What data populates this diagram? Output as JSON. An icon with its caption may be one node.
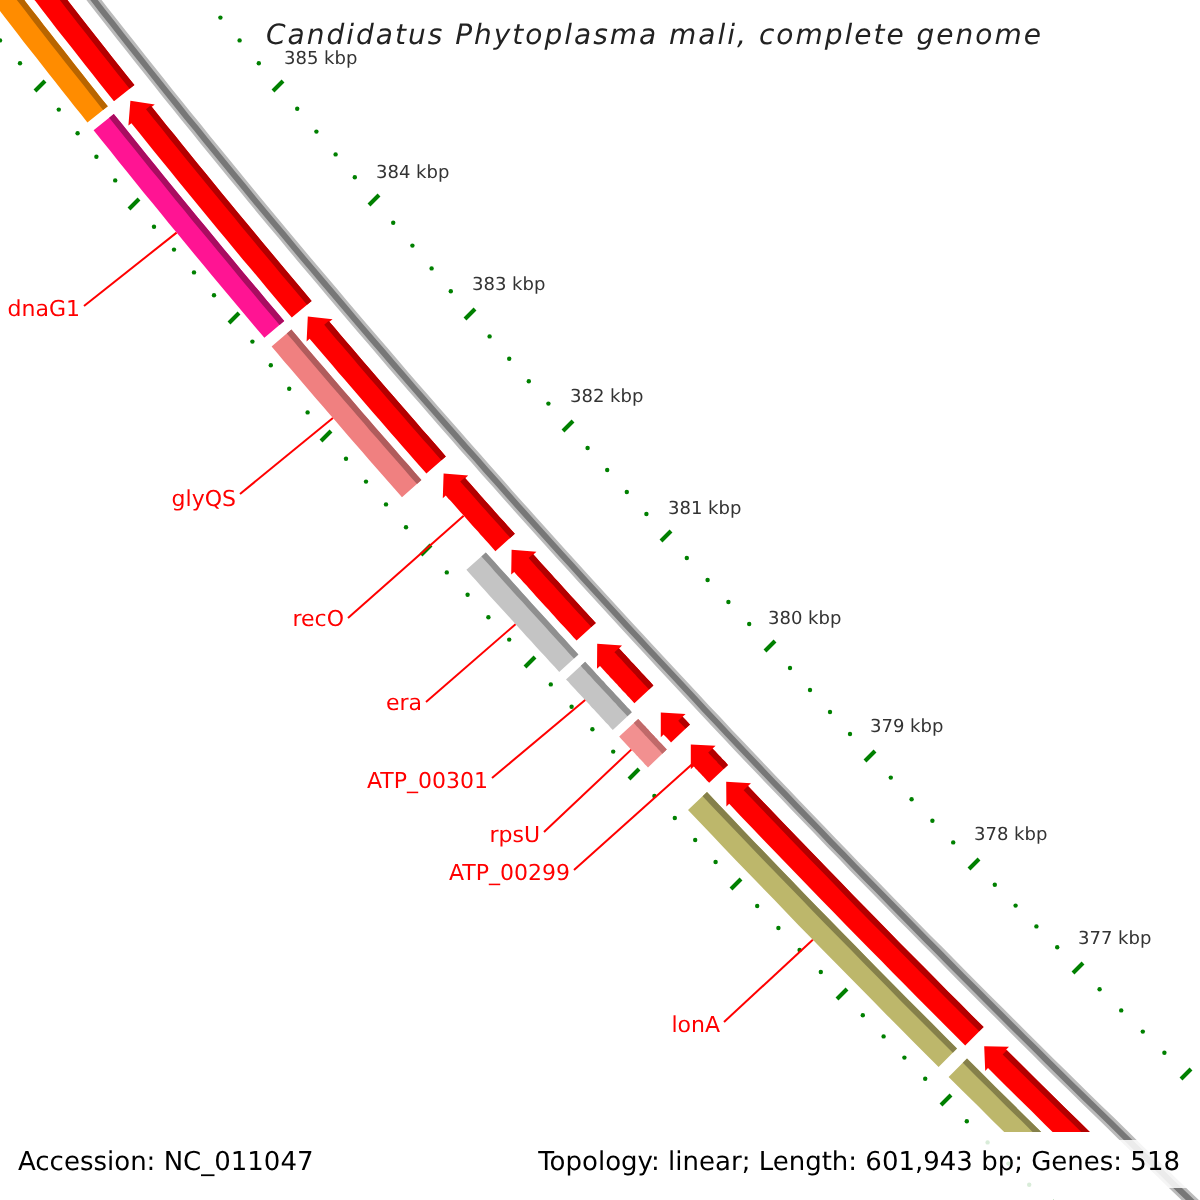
{
  "diagram": {
    "title": "Candidatus Phytoplasma mali, complete genome",
    "nodes": [
      {
        "text": [],
        "shape": "arrow"
      },
      {
        "text": [],
        "shape": "bar"
      },
      {
        "text": [],
        "shape": "arrow"
      },
      {
        "text": [],
        "shape": "bar"
      },
      {
        "text": [
          "dnaG1"
        ]
      },
      {
        "text": [],
        "shape": "arrow"
      },
      {
        "text": [],
        "shape": "bar"
      },
      {
        "text": [
          "glyQS"
        ]
      },
      {
        "text": [],
        "shape": "arrow"
      },
      {
        "text": [],
        "shape": "bar"
      },
      {
        "text": [
          "recO"
        ]
      },
      {
        "text": [],
        "shape": "arrow"
      },
      {
        "text": [],
        "shape": "bar"
      },
      {
        "text": [
          "era"
        ]
      },
      {
        "text": [],
        "shape": "arrow"
      },
      {
        "text": [],
        "shape": "bar"
      },
      {
        "text": [
          "ATP_00301"
        ]
      },
      {
        "text": [],
        "shape": "arrow"
      },
      {
        "text": [
          "rpsU"
        ]
      },
      {
        "text": [],
        "shape": "arrow"
      },
      {
        "text": [
          "ATP_00299"
        ]
      },
      {
        "text": [],
        "shape": "arrow"
      },
      {
        "text": [],
        "shape": "bar"
      },
      {
        "text": [
          "lonA"
        ]
      },
      {
        "text": [],
        "shape": "arrow"
      },
      {
        "text": [],
        "shape": "bar"
      }
    ],
    "edges": [
      {
        "from": 4,
        "to": 3,
        "arrow": "none"
      },
      {
        "from": 7,
        "to": 6,
        "arrow": "none"
      },
      {
        "from": 10,
        "to": 8,
        "arrow": "none"
      },
      {
        "from": 13,
        "to": 9,
        "arrow": "none"
      },
      {
        "from": 16,
        "to": 12,
        "arrow": "none"
      },
      {
        "from": 18,
        "to": 15,
        "arrow": "none"
      },
      {
        "from": 20,
        "to": 19,
        "arrow": "none"
      },
      {
        "from": 23,
        "to": 22,
        "arrow": "none"
      }
    ],
    "labels": [
      "385 kbp",
      "384 kbp",
      "383 kbp",
      "382 kbp",
      "381 kbp",
      "380 kbp",
      "379 kbp",
      "378 kbp",
      "377 kbp",
      "Accession: NC_011047",
      "Topology: linear; Length: 601,943 bp; Genes: 518"
    ]
  }
}
